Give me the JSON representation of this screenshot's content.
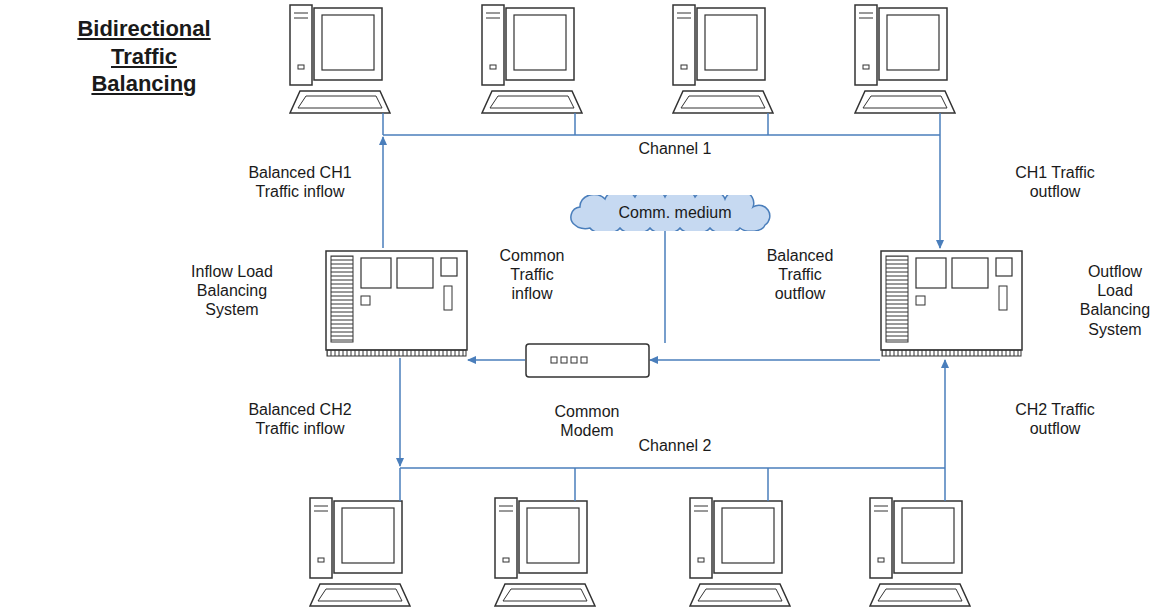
{
  "diagram": {
    "title": "Bidirectional Traffic Balancing",
    "nodes": [
      {
        "text": [
          "Comm. medium"
        ]
      },
      {
        "text": [
          "Inflow Load Balancing System"
        ]
      },
      {
        "text": [
          "Common Modem"
        ]
      },
      {
        "text": [
          "Outflow Load Balancing System"
        ]
      }
    ],
    "edges": [
      {
        "from": 3,
        "to": 2,
        "arrow": "to",
        "label": "Balanced Traffic outflow"
      },
      {
        "from": 2,
        "to": 1,
        "arrow": "to",
        "label": "Common Traffic inflow"
      },
      {
        "from": 2,
        "to": 0,
        "arrow": "none"
      }
    ],
    "labels": [
      "Channel 1",
      "Channel 2",
      "Balanced CH1 Traffic inflow",
      "CH1 Traffic outflow",
      "Balanced CH2 Traffic inflow",
      "CH2 Traffic outflow"
    ]
  }
}
